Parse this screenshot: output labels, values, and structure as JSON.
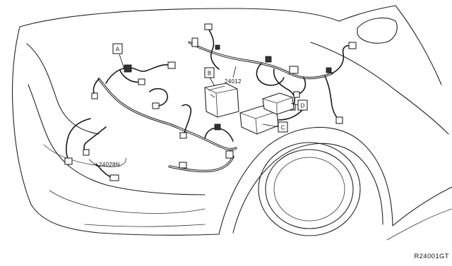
{
  "diagram": {
    "callouts": [
      {
        "id": "A",
        "label": "A"
      },
      {
        "id": "B",
        "label": "B"
      },
      {
        "id": "C",
        "label": "C"
      },
      {
        "id": "D",
        "label": "D"
      }
    ],
    "part_numbers": {
      "engine_room_harness": "24012",
      "front_harness": "24028N"
    },
    "diagram_code": "R24001GT"
  }
}
